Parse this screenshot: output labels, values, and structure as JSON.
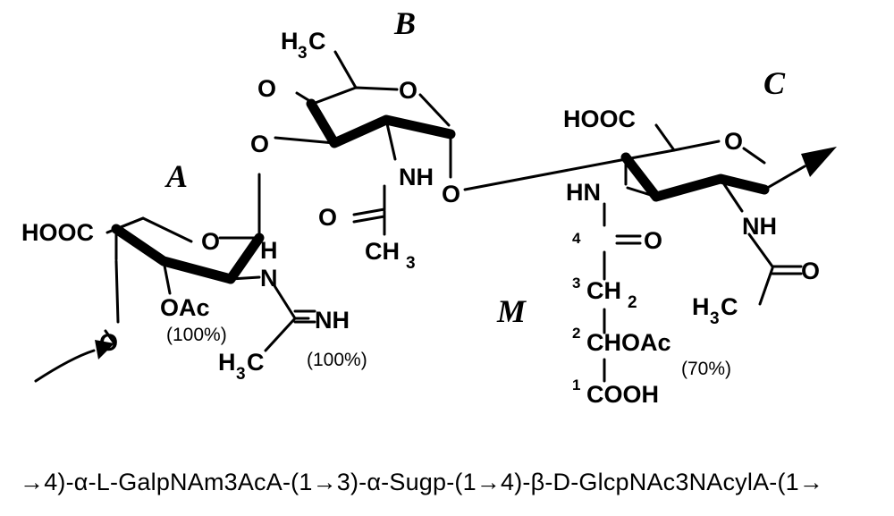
{
  "residues": {
    "A": {
      "label": "A",
      "carboxyl": "HOOC",
      "ring_oxygen": "O",
      "acetyl_ester": "OAc",
      "acetyl_pct": "(100%)",
      "n_h": "H",
      "n": "N",
      "imine": "NH",
      "methyl": "H",
      "methyl_c": "C",
      "methyl_3": "3",
      "amidine_pct": "(100%)",
      "linkage_o": "O"
    },
    "B": {
      "label": "B",
      "methyl_h": "H",
      "methyl_3": "3",
      "methyl_c": "C",
      "keto_o": "O",
      "ring_oxygen": "O",
      "glyco_o": "O",
      "nh": "NH",
      "acetyl_o": "O",
      "acetyl_ch": "CH",
      "acetyl_3": "3",
      "bridge_o": "O"
    },
    "C": {
      "label": "C",
      "carboxyl": "HOOC",
      "ring_oxygen": "O",
      "hn": "HN",
      "nh": "NH",
      "acetyl_o": "O",
      "acetyl_h": "H",
      "acetyl_3": "3",
      "acetyl_c": "C"
    },
    "M": {
      "label": "M",
      "amide_o": "O",
      "ch2": "CH",
      "ch2_sub": "2",
      "chOAc": "CHOAc",
      "chOAc_pct": "(70%)",
      "cooh": "COOH",
      "locants": [
        "4",
        "3",
        "2",
        "1"
      ]
    }
  },
  "sequence_text": "→4)-α-L-GalpNAm3AcA-(1→3)-α-Sugp-(1→4)-β-D-GlcpNAc3NAcylA-(1→"
}
